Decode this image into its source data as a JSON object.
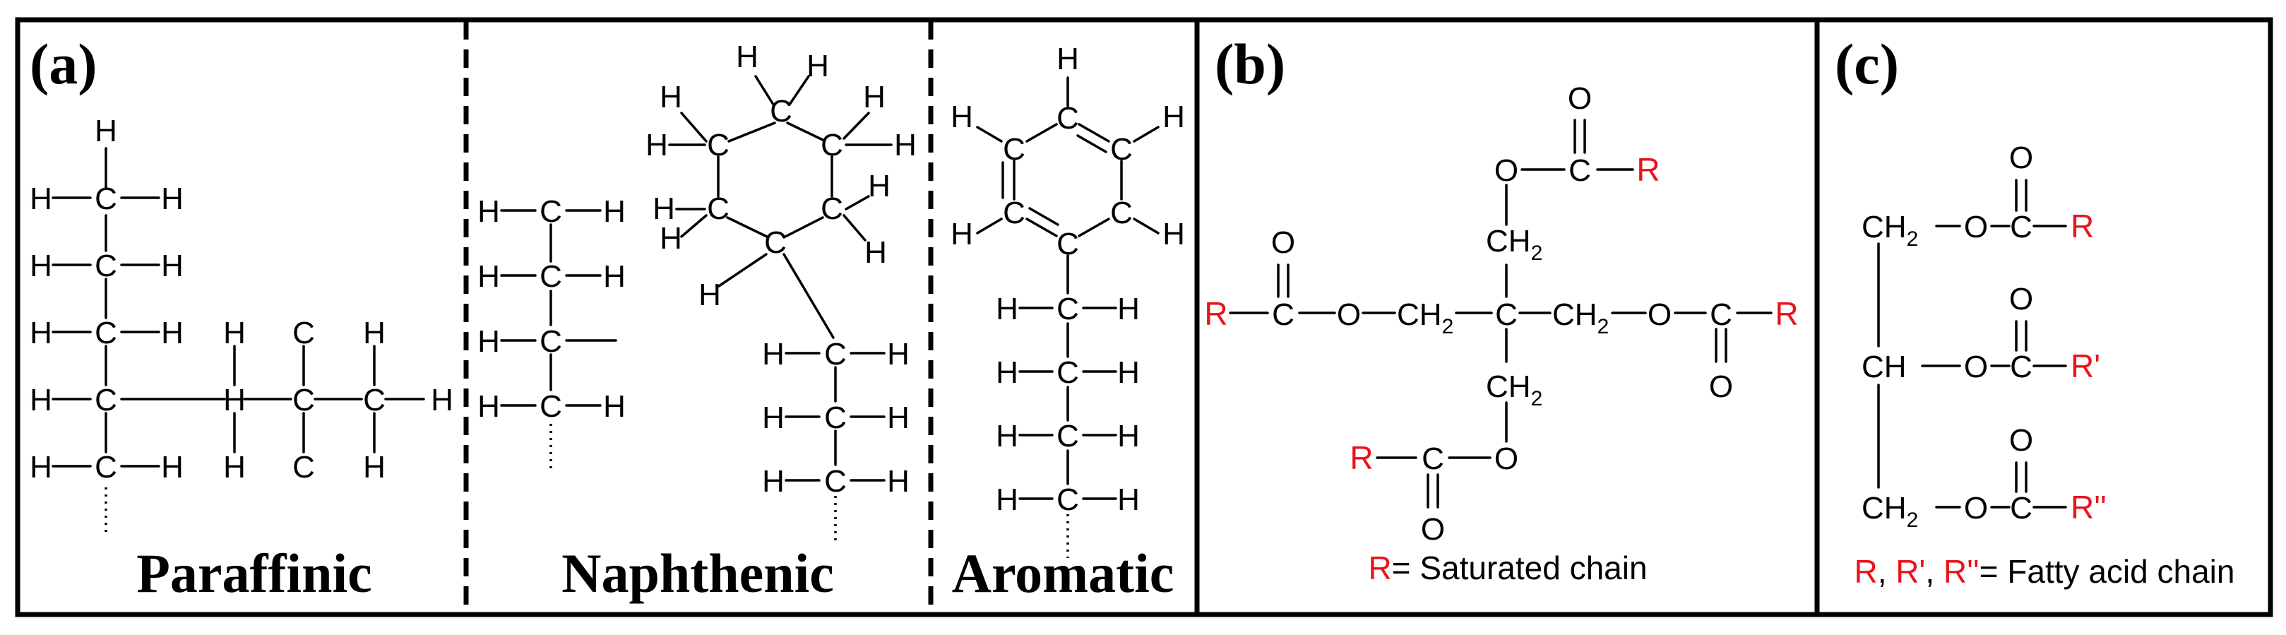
{
  "panels": {
    "a": {
      "label": "(a)",
      "paraffinic": {
        "caption": "Paraffinic"
      },
      "naphthenic": {
        "caption": "Naphthenic"
      },
      "aromatic": {
        "caption": "Aromatic"
      }
    },
    "b": {
      "label": "(b)",
      "legend_r": "R",
      "legend_text": "= Saturated chain"
    },
    "c": {
      "label": "(c)",
      "legend_r1": "R",
      "legend_sep1": ", ",
      "legend_r2": "R'",
      "legend_sep2": ", ",
      "legend_r3": "R''",
      "legend_text": "= Fatty acid chain"
    }
  },
  "atoms": {
    "H": "H",
    "C": "C",
    "O": "O",
    "R": "R",
    "R1": "R'",
    "R2": "R''",
    "CH": "CH",
    "CH2": "CH",
    "sub2": "2"
  },
  "colors": {
    "r_group": "#e8141c",
    "ink": "#000000"
  }
}
